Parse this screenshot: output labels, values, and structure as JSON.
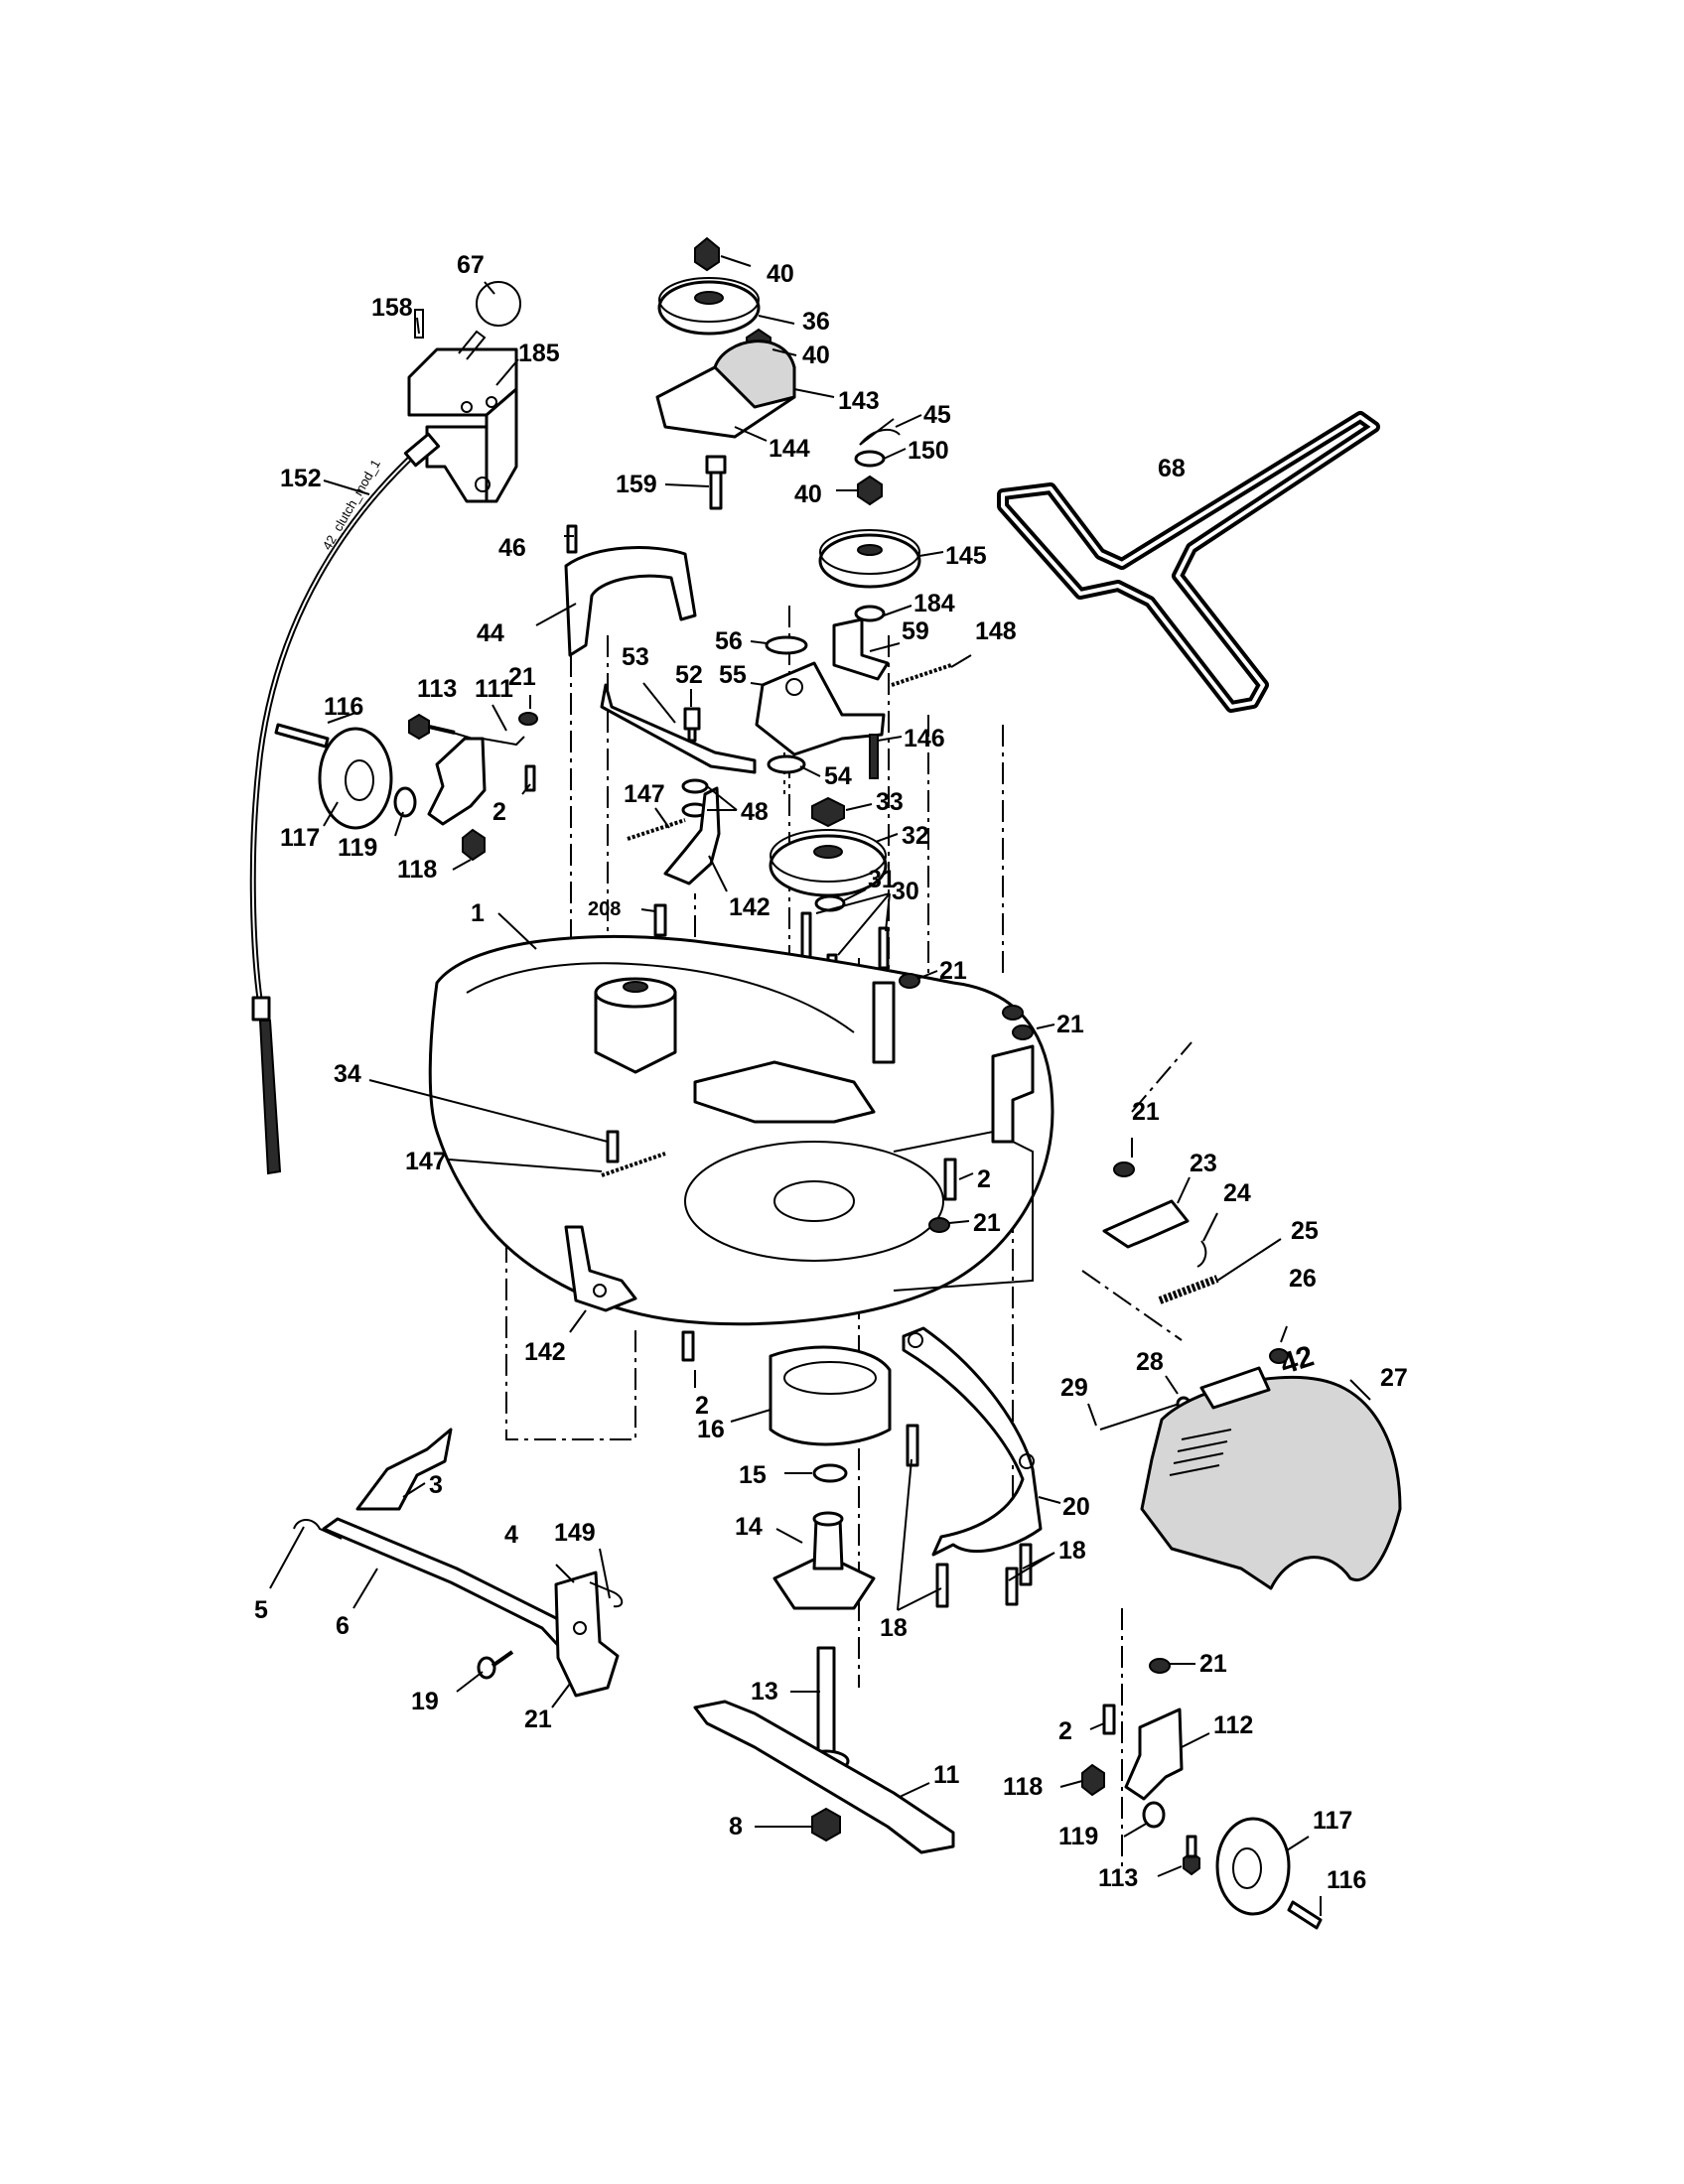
{
  "diagram": {
    "stamp_text": "42_clutch_mod_1",
    "deck_badge_text": "42",
    "callouts": [
      "67",
      "158",
      "185",
      "152",
      "40",
      "36",
      "40",
      "143",
      "144",
      "45",
      "150",
      "159",
      "40",
      "68",
      "145",
      "46",
      "44",
      "184",
      "56",
      "59",
      "148",
      "53",
      "52",
      "55",
      "21",
      "113",
      "111",
      "116",
      "146",
      "54",
      "33",
      "147",
      "48",
      "32",
      "2",
      "117",
      "119",
      "118",
      "31",
      "142",
      "208",
      "30",
      "1",
      "21",
      "21",
      "34",
      "21",
      "2",
      "147",
      "21",
      "23",
      "24",
      "25",
      "142",
      "26",
      "2",
      "27",
      "28",
      "29",
      "16",
      "15",
      "3",
      "20",
      "14",
      "149",
      "18",
      "5",
      "6",
      "4",
      "18",
      "19",
      "21",
      "21",
      "13",
      "112",
      "2",
      "11",
      "118",
      "119",
      "117",
      "8",
      "113",
      "116"
    ]
  }
}
